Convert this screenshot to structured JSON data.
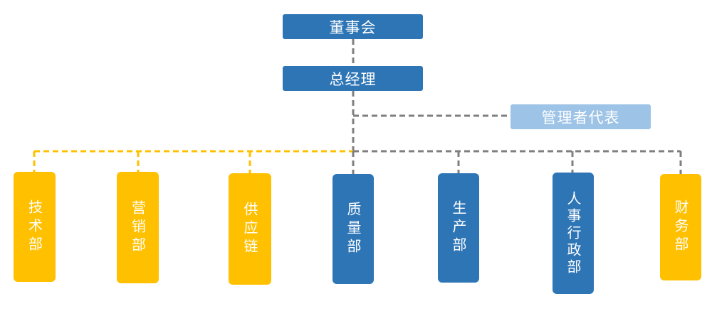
{
  "org_chart": {
    "board": {
      "label": "董事会",
      "color": "#2e75b6"
    },
    "gm": {
      "label": "总经理",
      "color": "#2e75b6"
    },
    "rep": {
      "label": "管理者代表",
      "color": "#9dc3e6"
    },
    "departments": [
      {
        "label": "技术部",
        "color": "#ffc000"
      },
      {
        "label": "营销部",
        "color": "#ffc000"
      },
      {
        "label": "供应链",
        "color": "#ffc000"
      },
      {
        "label": "质量部",
        "color": "#2e75b6"
      },
      {
        "label": "生产部",
        "color": "#2e75b6"
      },
      {
        "label": "人事行政部",
        "color": "#2e75b6"
      },
      {
        "label": "财务部",
        "color": "#ffc000"
      }
    ],
    "connector_colors": {
      "gray": "#7f7f7f",
      "gold": "#ffc000"
    }
  }
}
